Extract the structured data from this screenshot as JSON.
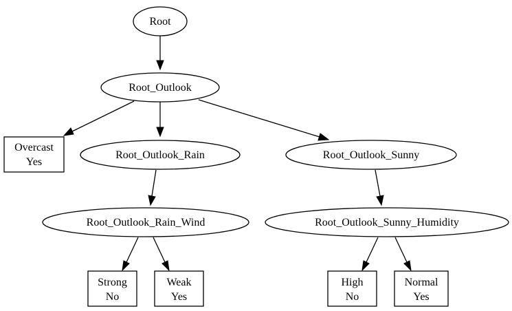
{
  "diagram": {
    "nodes": {
      "root": {
        "label": "Root"
      },
      "outlook": {
        "label": "Root_Outlook"
      },
      "overcast": {
        "lines": [
          "Overcast",
          "Yes"
        ]
      },
      "rain": {
        "label": "Root_Outlook_Rain"
      },
      "sunny": {
        "label": "Root_Outlook_Sunny"
      },
      "rain_wind": {
        "label": "Root_Outlook_Rain_Wind"
      },
      "sunny_humidity": {
        "label": "Root_Outlook_Sunny_Humidity"
      },
      "strong": {
        "lines": [
          "Strong",
          "No"
        ]
      },
      "weak": {
        "lines": [
          "Weak",
          "Yes"
        ]
      },
      "high": {
        "lines": [
          "High",
          "No"
        ]
      },
      "normal": {
        "lines": [
          "Normal",
          "Yes"
        ]
      }
    }
  }
}
